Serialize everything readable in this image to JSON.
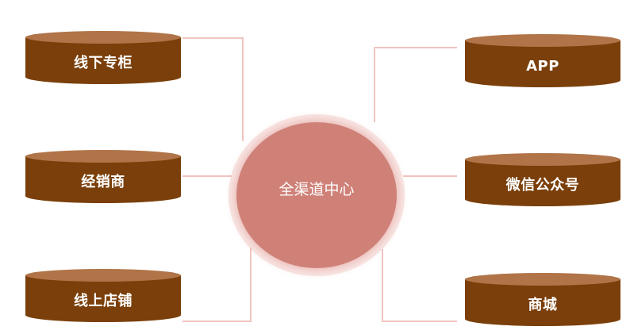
{
  "diagram": {
    "hub": {
      "label": "全渠道中心",
      "fill_color": "#cf8178"
    },
    "left_channels": [
      {
        "label": "线下专柜"
      },
      {
        "label": "经销商"
      },
      {
        "label": "线上店铺"
      }
    ],
    "right_channels": [
      {
        "label": "APP"
      },
      {
        "label": "微信公众号"
      },
      {
        "label": "商城"
      }
    ],
    "colors": {
      "drum_body": "#7a3f0a",
      "drum_top": "#b07448",
      "connector": "#f0c4c0",
      "label_text": "#ffffff"
    }
  }
}
